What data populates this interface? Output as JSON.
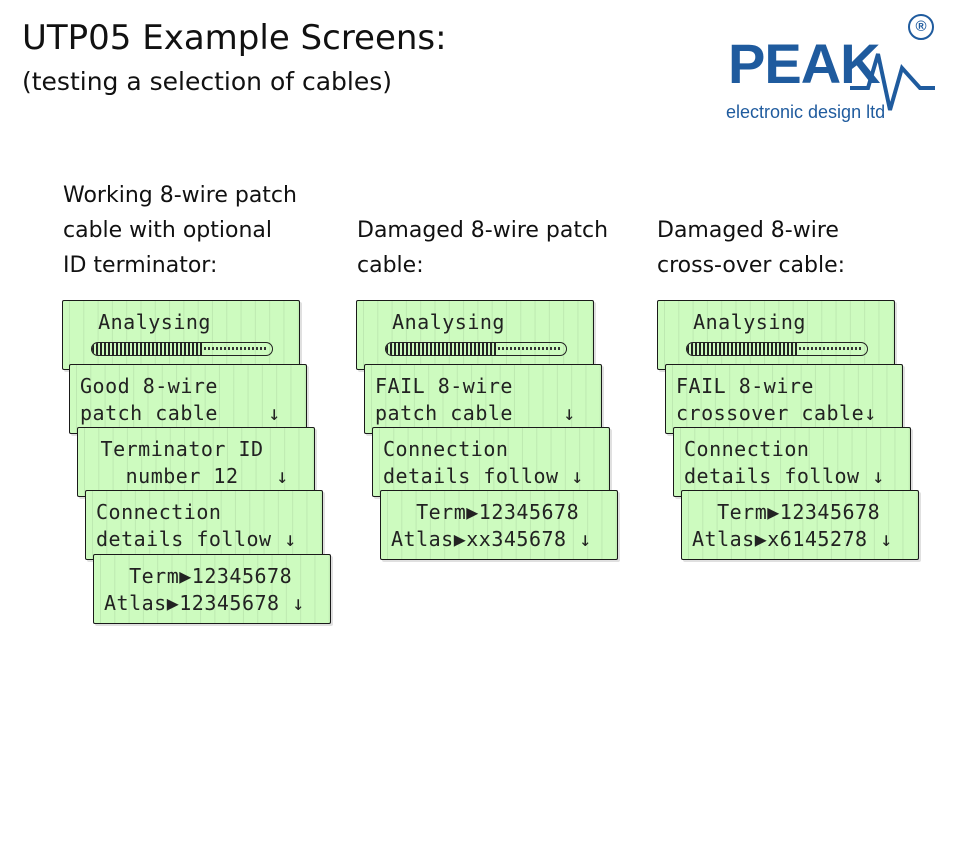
{
  "header": {
    "title": "UTP05 Example Screens:",
    "subtitle": "(testing a selection of cables)"
  },
  "logo": {
    "name": "PEAK",
    "tagline": "electronic design ltd",
    "registered": "®",
    "color": "#1f5b9e"
  },
  "columns": [
    {
      "heading": [
        "Working 8-wire patch",
        "cable with optional",
        "ID terminator:"
      ],
      "screens": [
        {
          "line1": "  Analysing",
          "progress": 0.62
        },
        {
          "line1": "Good 8-wire",
          "line2": "patch cable    ↓"
        },
        {
          "line1": " Terminator ID",
          "line2": "   number 12   ↓"
        },
        {
          "line1": "Connection",
          "line2": "details follow ↓"
        },
        {
          "line1": "  Term▶12345678",
          "line2": "Atlas▶12345678 ↓"
        }
      ]
    },
    {
      "heading": [
        "Damaged 8-wire patch",
        "cable:"
      ],
      "screens": [
        {
          "line1": "  Analysing",
          "progress": 0.62
        },
        {
          "line1": "FAIL 8-wire",
          "line2": "patch cable    ↓"
        },
        {
          "line1": "Connection",
          "line2": "details follow ↓"
        },
        {
          "line1": "  Term▶12345678",
          "line2": "Atlas▶xx345678 ↓"
        }
      ]
    },
    {
      "heading": [
        "Damaged 8-wire",
        "cross-over cable:"
      ],
      "screens": [
        {
          "line1": "  Analysing",
          "progress": 0.62
        },
        {
          "line1": "FAIL 8-wire",
          "line2": "crossover cable↓"
        },
        {
          "line1": "Connection",
          "line2": "details follow ↓"
        },
        {
          "line1": "  Term▶12345678",
          "line2": "Atlas▶x6145278 ↓"
        }
      ]
    }
  ],
  "colors": {
    "lcd_background": "#cdfbbf",
    "lcd_text": "#222222",
    "brand_blue": "#1f5b9e"
  }
}
